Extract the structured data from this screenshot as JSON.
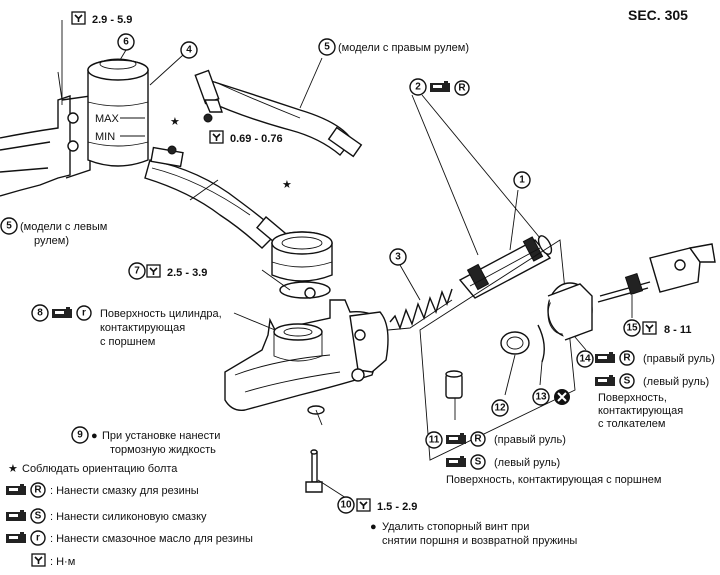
{
  "section": "SEC. 305",
  "reservoir": {
    "max": "MAX",
    "min": "MIN"
  },
  "torques": {
    "t1": "2.9 - 5.9",
    "t2": "0.69 - 0.76",
    "t3": "2.5 - 3.9",
    "t4": "8 - 11",
    "t5": "1.5 - 2.9"
  },
  "callouts": {
    "c1": "1",
    "c2": "2",
    "c3": "3",
    "c4": "4",
    "c5": "5",
    "c6": "6",
    "c7": "7",
    "c8": "8",
    "c9": "9",
    "c10": "10",
    "c11": "11",
    "c12": "12",
    "c13": "13",
    "c14": "14",
    "c15": "15"
  },
  "labels": {
    "hose_right": "(модели с правым рулем)",
    "hose_left_1": "(модели с левым",
    "hose_left_2": "рулем)",
    "cyl_surface_1": "Поверхность цилиндра,",
    "cyl_surface_2": "контактирующая",
    "cyl_surface_3": "с поршнем",
    "note9_1": "При установке нанести",
    "note9_2": "тормозную жидкость",
    "right_wheel": "(правый руль)",
    "left_wheel": "(левый руль)",
    "pushrod_surface_1": "Поверхность,",
    "pushrod_surface_2": "контактирующая",
    "pushrod_surface_3": "с толкателем",
    "r11_right": "(правый руль)",
    "r11_left": "(левый руль)",
    "piston_surface": "Поверхность, контактирующая с поршнем",
    "note10_1": "Удалить стопорный винт при",
    "note10_2": "снятии поршня и возвратной пружины"
  },
  "legend": {
    "star_note": "Соблюдать ориентацию болта",
    "r_note": ": Нанести смазку для резины",
    "s_note": ": Нанести силиконовую смазку",
    "small_r_note": ": Нанести смазочное масло для резины",
    "torque_unit": ": Н·м"
  },
  "symbols": {
    "R": "R",
    "S": "S",
    "r": "r",
    "star": "★",
    "bullet": "●"
  }
}
